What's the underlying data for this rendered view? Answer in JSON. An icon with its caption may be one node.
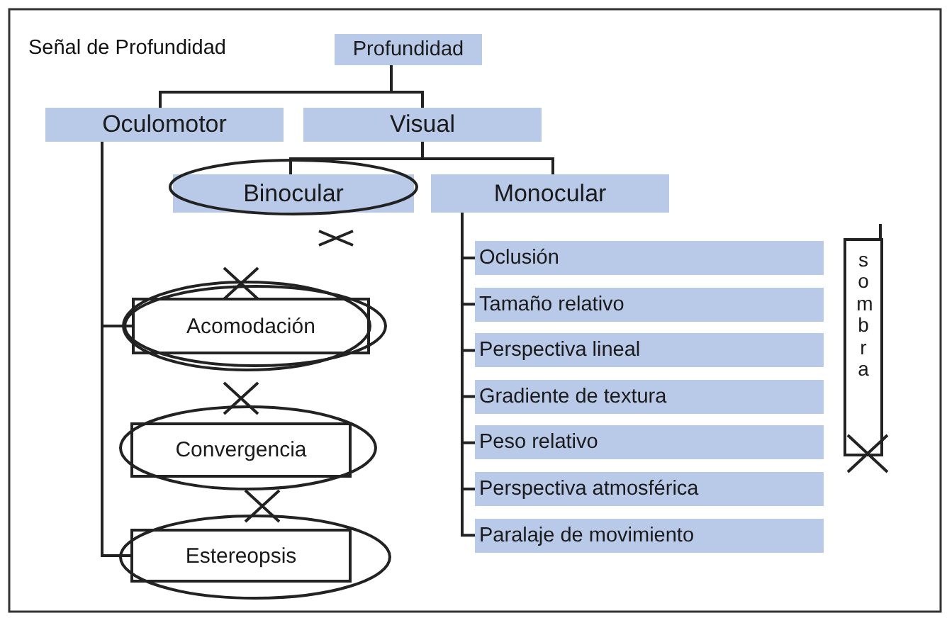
{
  "diagram": {
    "nodes": [
      {
        "text": [
          "Profundidad"
        ]
      },
      {
        "text": [
          "Oculomotor"
        ]
      },
      {
        "text": [
          "Visual"
        ]
      },
      {
        "text": [
          "Binocular"
        ]
      },
      {
        "text": [
          "Monocular"
        ]
      },
      {
        "text": [
          "Acomodación"
        ]
      },
      {
        "text": [
          "Convergencia"
        ]
      },
      {
        "text": [
          "Estereopsis"
        ]
      },
      {
        "text": [
          "Oclusión"
        ]
      },
      {
        "text": [
          "Tamaño relativo"
        ]
      },
      {
        "text": [
          "Perspectiva lineal"
        ]
      },
      {
        "text": [
          "Gradiente de textura"
        ]
      },
      {
        "text": [
          "Peso relativo"
        ]
      },
      {
        "text": [
          "Perspectiva atmosférica"
        ]
      },
      {
        "text": [
          "Paralaje de movimiento"
        ]
      },
      {
        "text": [
          "sombra"
        ]
      }
    ],
    "edges": [
      {
        "from": 0,
        "to": 1,
        "arrow": "none"
      },
      {
        "from": 0,
        "to": 2,
        "arrow": "none"
      },
      {
        "from": 2,
        "to": 3,
        "arrow": "none"
      },
      {
        "from": 2,
        "to": 4,
        "arrow": "none"
      },
      {
        "from": 1,
        "to": 5,
        "arrow": "none"
      },
      {
        "from": 1,
        "to": 7,
        "arrow": "none"
      },
      {
        "from": 4,
        "to": 8,
        "arrow": "none"
      },
      {
        "from": 4,
        "to": 9,
        "arrow": "none"
      },
      {
        "from": 4,
        "to": 10,
        "arrow": "none"
      },
      {
        "from": 4,
        "to": 11,
        "arrow": "none"
      },
      {
        "from": 4,
        "to": 12,
        "arrow": "none"
      },
      {
        "from": 4,
        "to": 13,
        "arrow": "none"
      },
      {
        "from": 4,
        "to": 14,
        "arrow": "none"
      },
      {
        "from": null,
        "to": 15,
        "arrow": "none"
      }
    ],
    "labels": [
      "Señal de Profundidad"
    ]
  }
}
